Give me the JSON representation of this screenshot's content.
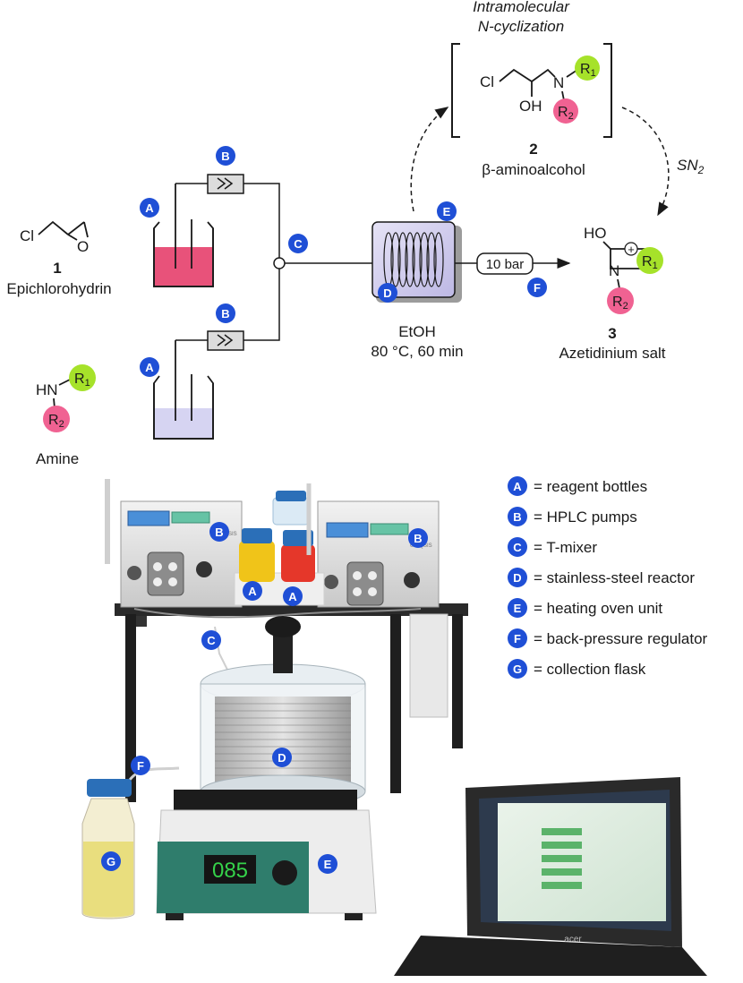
{
  "scheme": {
    "intramolecular_line1": "Intramolecular",
    "intramolecular_line2": "N-cyclization",
    "compound1": {
      "number": "1",
      "name": "Epichlorohydrin",
      "atom_cl": "Cl",
      "atom_o": "O"
    },
    "amine": {
      "name": "Amine",
      "atom_hn": "HN",
      "r1": "R1",
      "r2": "R2"
    },
    "intermediate2": {
      "number": "2",
      "name": "β-aminoalcohol",
      "atom_cl": "Cl",
      "atom_oh": "OH",
      "atom_n": "N",
      "r1": "R1",
      "r2": "R2"
    },
    "product3": {
      "number": "3",
      "name": "Azetidinium salt",
      "atom_ho": "HO",
      "atom_n": "N",
      "charge": "+",
      "r1": "R1",
      "r2": "R2"
    },
    "sn2": "SN2",
    "solvent": "EtOH",
    "conditions": "80 °C, 60 min",
    "bpr_label": "10 bar"
  },
  "legend": [
    {
      "letter": "A",
      "text": "= reagent bottles"
    },
    {
      "letter": "B",
      "text": "= HPLC pumps"
    },
    {
      "letter": "C",
      "text": "= T-mixer"
    },
    {
      "letter": "D",
      "text": "= stainless-steel reactor"
    },
    {
      "letter": "E",
      "text": "= heating oven unit"
    },
    {
      "letter": "F",
      "text": "= back-pressure regulator"
    },
    {
      "letter": "G",
      "text": "= collection flask"
    }
  ],
  "photo": {
    "oven_display": "085",
    "pump_brand": "UNIQSIS",
    "laptop_brand": "acer",
    "colors": {
      "badge": "#1f4fd6",
      "reagent_pink": "#e8527a",
      "reagent_lavender": "#d6d4f2",
      "r1_green": "#a6e22a",
      "r2_pink": "#f06292",
      "oven_teal": "#2f7d6c"
    }
  }
}
